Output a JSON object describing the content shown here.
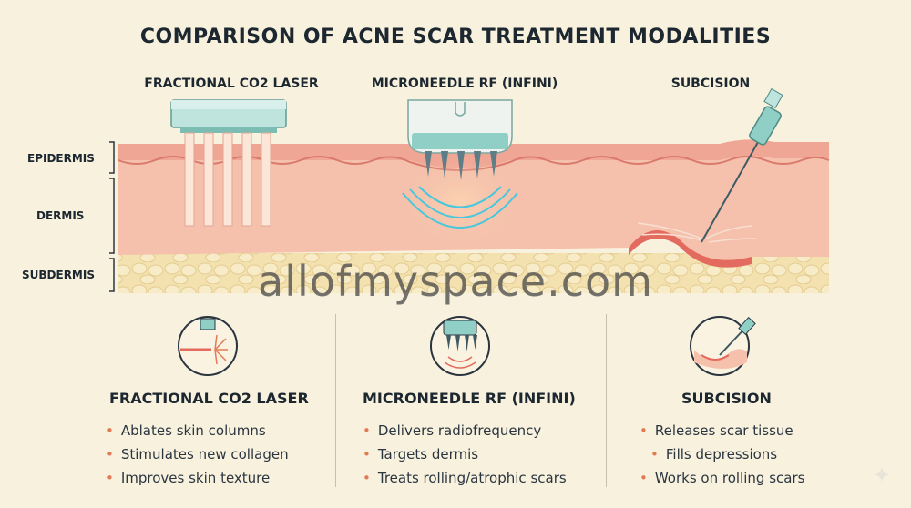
{
  "title": "COMPARISON OF ACNE SCAR TREATMENT MODALITIES",
  "diagram_labels": {
    "co2": "FRACTIONAL CO2 LASER",
    "rf": "MICRONEEDLE RF (INFINI)",
    "subcision": "SUBCISION"
  },
  "layers": {
    "epidermis": "EPIDERMIS",
    "dermis": "DERMIS",
    "subdermis": "SUBDERMIS"
  },
  "watermark": "allofmyspace.com",
  "columns": [
    {
      "heading": "FRACTIONAL CO2 LASER",
      "icon": "laser-icon",
      "bullets": [
        "Ablates skin columns",
        "Stimulates new collagen",
        "Improves skin texture"
      ]
    },
    {
      "heading": "MICRONEEDLE RF (INFINI)",
      "icon": "microneedle-icon",
      "bullets": [
        "Delivers radiofrequency",
        "Targets dermis",
        "Treats rolling/atrophic scars"
      ]
    },
    {
      "heading": "SUBCISION",
      "icon": "needle-icon",
      "bullets": [
        "Releases scar tissue",
        "Fills depressions",
        "Works on rolling scars"
      ]
    }
  ],
  "colors": {
    "background": "#f8f1de",
    "skin": "#f5c1ac",
    "epidermis_line": "#d97a6c",
    "fat": "#f3e1b0",
    "device": "#8fcfc6",
    "bullet": "#e27b55"
  }
}
